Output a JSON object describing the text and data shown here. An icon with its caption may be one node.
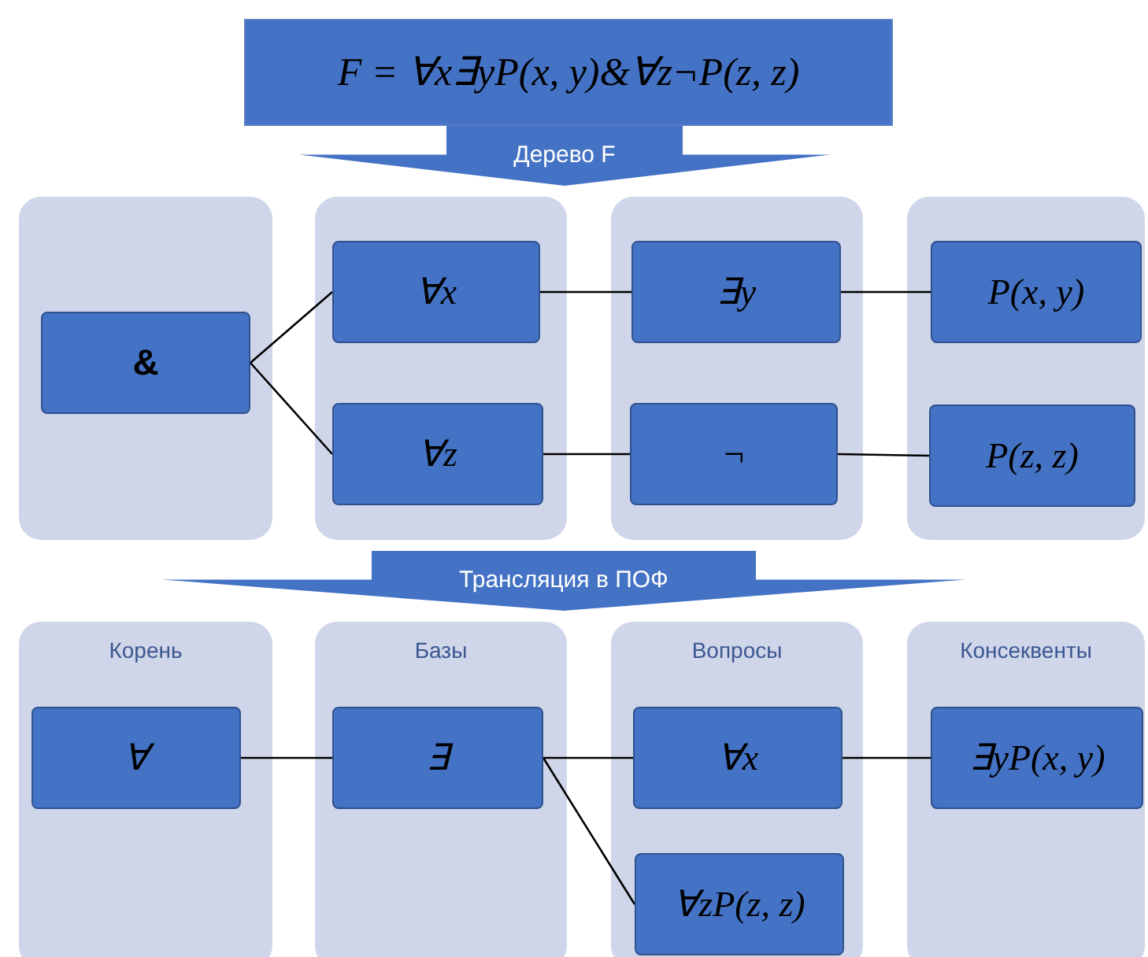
{
  "diagram": {
    "nodes": [
      {
        "text": [
          "F = ∀x∃yP(x, y)&∀z¬P(z, z)"
        ]
      },
      {
        "text": [
          "Дерево F"
        ]
      },
      {
        "text": [],
        "shape": "box"
      },
      {
        "text": [
          "&"
        ],
        "in": 2
      },
      {
        "text": [],
        "shape": "box"
      },
      {
        "text": [
          "∀x"
        ],
        "in": 4
      },
      {
        "text": [
          "∀z"
        ],
        "in": 4
      },
      {
        "text": [],
        "shape": "box"
      },
      {
        "text": [
          "∃y"
        ],
        "in": 7
      },
      {
        "text": [
          "¬"
        ],
        "in": 7
      },
      {
        "text": [],
        "shape": "box"
      },
      {
        "text": [
          "P(x, y)"
        ],
        "in": 10
      },
      {
        "text": [
          "P(z, z)"
        ],
        "in": 10
      },
      {
        "text": [
          "Трансляция в ПОФ"
        ]
      },
      {
        "text": [
          "Корень"
        ]
      },
      {
        "text": [
          "∀"
        ],
        "in": 14
      },
      {
        "text": [
          "Базы"
        ]
      },
      {
        "text": [
          "∃"
        ],
        "in": 16
      },
      {
        "text": [
          "Вопросы"
        ]
      },
      {
        "text": [
          "∀x"
        ],
        "in": 18
      },
      {
        "text": [
          "∀zP(z, z)"
        ],
        "in": 18
      },
      {
        "text": [
          "Консеквенты"
        ]
      },
      {
        "text": [
          "∃yP(x, y)"
        ],
        "in": 21
      }
    ],
    "edges": [
      {
        "from": 3,
        "to": 5,
        "arrow": "none"
      },
      {
        "from": 3,
        "to": 6,
        "arrow": "none"
      },
      {
        "from": 5,
        "to": 8,
        "arrow": "none"
      },
      {
        "from": 8,
        "to": 11,
        "arrow": "none"
      },
      {
        "from": 6,
        "to": 9,
        "arrow": "none"
      },
      {
        "from": 9,
        "to": 12,
        "arrow": "none"
      },
      {
        "from": 15,
        "to": 17,
        "arrow": "none"
      },
      {
        "from": 17,
        "to": 19,
        "arrow": "none"
      },
      {
        "from": 17,
        "to": 20,
        "arrow": "none"
      },
      {
        "from": 19,
        "to": 22,
        "arrow": "none"
      }
    ]
  }
}
